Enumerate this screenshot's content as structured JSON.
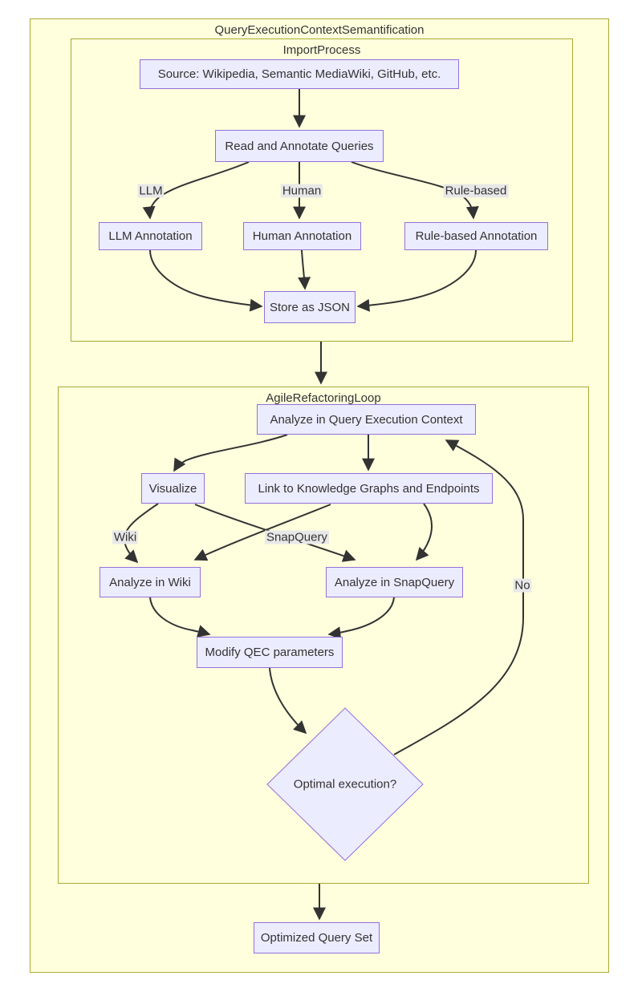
{
  "title": "QueryExecutionContextSemantification",
  "clusters": {
    "import_process": "ImportProcess",
    "agile_loop": "AgileRefactoringLoop"
  },
  "nodes": {
    "source": "Source: Wikipedia, Semantic MediaWiki, GitHub, etc.",
    "read_annotate": "Read and Annotate Queries",
    "llm_annotation": "LLM Annotation",
    "human_annotation": "Human Annotation",
    "rule_annotation": "Rule-based Annotation",
    "store_json": "Store as JSON",
    "analyze_qec": "Analyze in Query Execution Context",
    "visualize": "Visualize",
    "link_kg": "Link to Knowledge Graphs and Endpoints",
    "analyze_wiki": "Analyze in Wiki",
    "analyze_snapquery": "Analyze in SnapQuery",
    "modify_qec": "Modify QEC parameters",
    "optimal_execution": "Optimal execution?",
    "optimized_set": "Optimized Query Set"
  },
  "edge_labels": {
    "llm": "LLM",
    "human": "Human",
    "rule_based": "Rule-based",
    "wiki": "Wiki",
    "snapquery": "SnapQuery",
    "no": "No"
  },
  "colors": {
    "node_fill": "#ECECFF",
    "node_border": "#9370DB",
    "cluster_fill": "#FFFFDE",
    "cluster_border": "#AAAA33",
    "edge": "#333333",
    "edge_label_bg": "#E8E8E8",
    "text": "#333333"
  }
}
